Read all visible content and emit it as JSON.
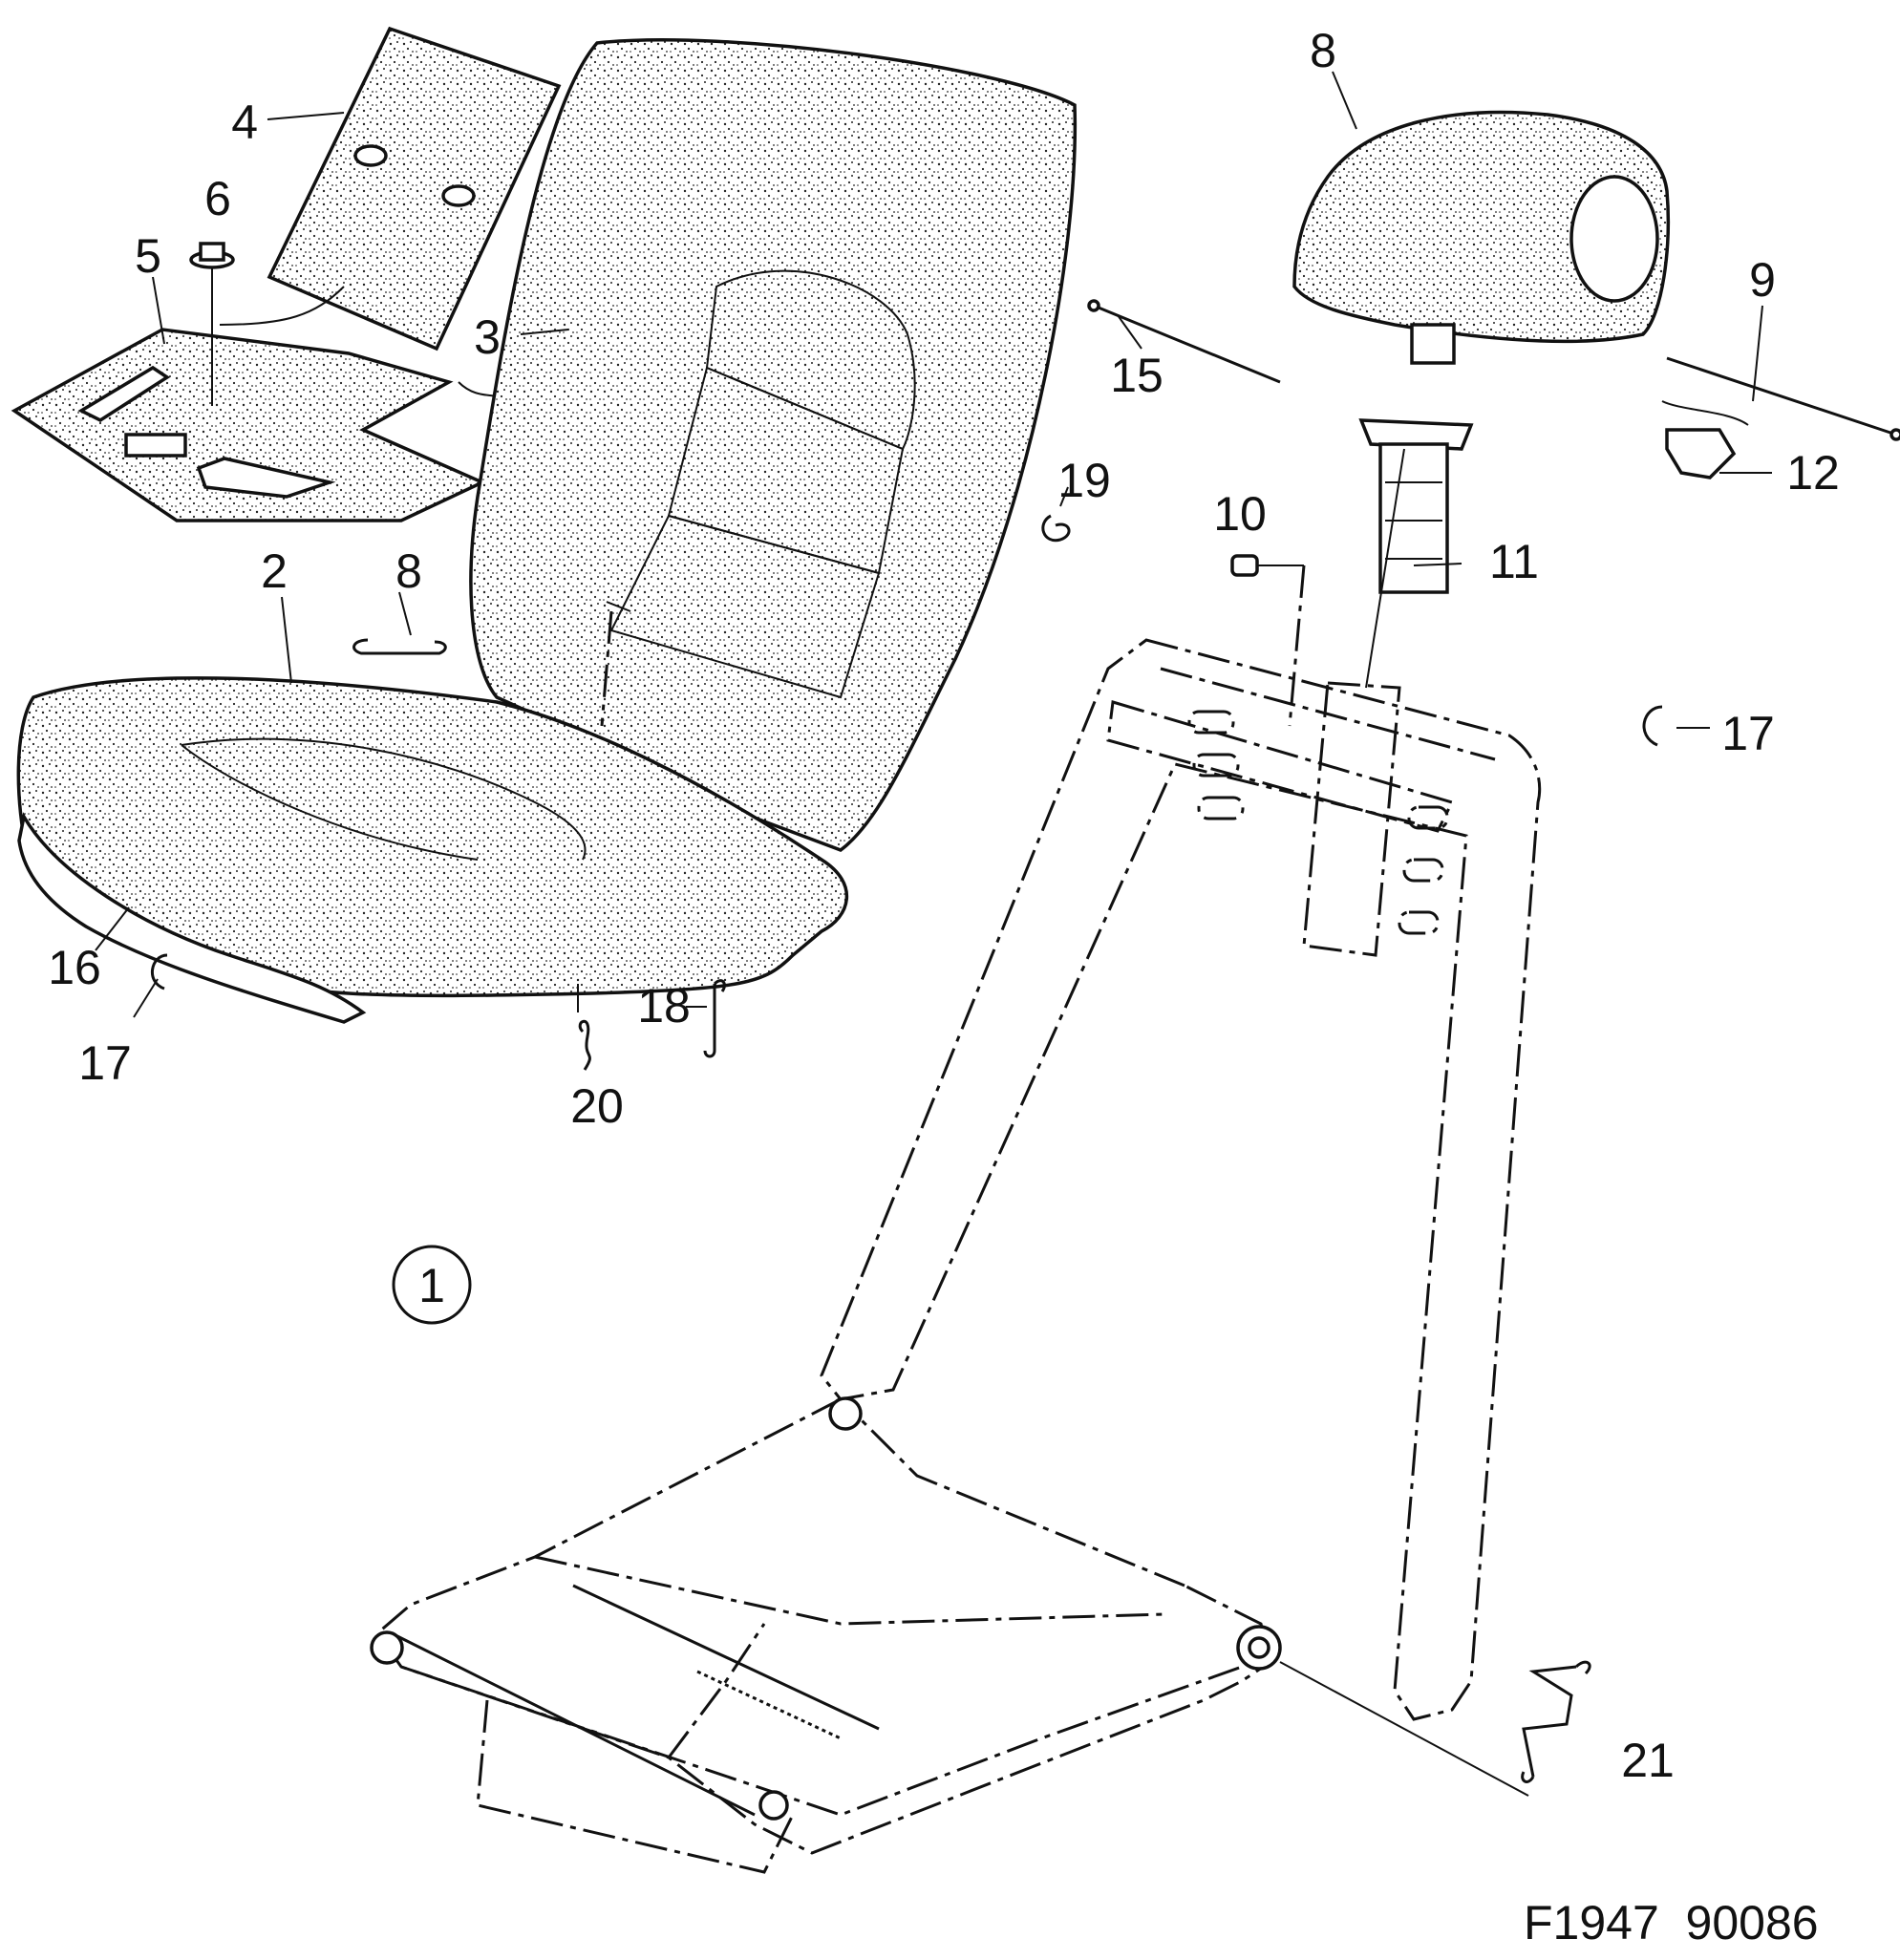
{
  "diagram": {
    "figure_ref": "1",
    "drawing_code": "F1947  90086",
    "callouts": {
      "c2": "2",
      "c3": "3",
      "c4": "4",
      "c5": "5",
      "c6": "6",
      "c8_headrest": "8",
      "c8_clip": "8",
      "c9": "9",
      "c10": "10",
      "c11": "11",
      "c12": "12",
      "c15": "15",
      "c16": "16",
      "c17_left": "17",
      "c17_right": "17",
      "c18": "18",
      "c19": "19",
      "c20": "20",
      "c21": "21"
    }
  }
}
